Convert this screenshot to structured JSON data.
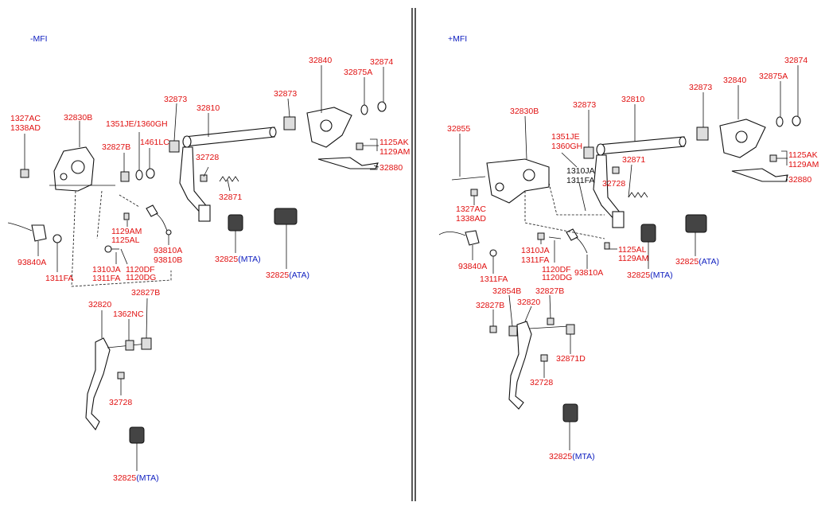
{
  "left": {
    "section": "-MFI",
    "labels": {
      "l1327ac": "1327AC",
      "l1338ad": "1338AD",
      "l32830b": "32830B",
      "l1351je": "1351JE/1360GH",
      "l32827b_a": "32827B",
      "l1461lc": "1461LC",
      "l32873_a": "32873",
      "l32810": "32810",
      "l32873_b": "32873",
      "l32840": "32840",
      "l32875a": "32875A",
      "l32874": "32874",
      "l1125ak": "1125AK",
      "l1129am_a": "1129AM",
      "l32880": "32880",
      "l32728_a": "32728",
      "l32871": "32871",
      "l1129am_b": "1129AM",
      "l1125al": "1125AL",
      "l93810a": "93810A",
      "l93810b": "93810B",
      "l1310ja": "1310JA",
      "l1311fa_a": "1311FA",
      "l1120df": "1120DF",
      "l1120dg": "1120DG",
      "l93840a": "93840A",
      "l1311fa_b": "1311FA",
      "l32825_mta_a": "32825",
      "l32825_ata": "32825",
      "l32820": "32820",
      "l32827b_b": "32827B",
      "l1362nc": "1362NC",
      "l32728_b": "32728",
      "l32825_mta_b": "32825"
    }
  },
  "right": {
    "section": "+MFI",
    "labels": {
      "r32874": "32874",
      "r32840": "32840",
      "r32875a": "32875A",
      "r32873_a": "32873",
      "r32810": "32810",
      "r32873_b": "32873",
      "r32855": "32855",
      "r32830b": "32830B",
      "r1351je": "1351JE",
      "r1360gh": "1360GH",
      "r1125ak": "1125AK",
      "r1129am_a": "1129AM",
      "r32871": "32871",
      "r1310ja_a": "1310JA",
      "r1311fa_a": "1311FA",
      "r32728_a": "32728",
      "r32880": "32880",
      "r1327ac": "1327AC",
      "r1338ad": "1338AD",
      "r1125al": "1125AL",
      "r1129am_b": "1129AM",
      "r32825_mta_a": "32825",
      "r32825_ata": "32825",
      "r93840a": "93840A",
      "r1310ja_b": "1310JA",
      "r1311fa_b": "1311FA",
      "r1120df": "1120DF",
      "r1120dg": "1120DG",
      "r93810a": "93810A",
      "r1311fa_c": "1311FA",
      "r32854b": "32854B",
      "r32827b_a": "32827B",
      "r32820": "32820",
      "r32827b_b": "32827B",
      "r32871d": "32871D",
      "r32728_b": "32728",
      "r32825_mta_b": "32825"
    }
  },
  "suffix": {
    "mta": "(MTA)",
    "ata": "(ATA)"
  },
  "colors": {
    "label": "#e01010",
    "suffix": "#1020c0",
    "section": "#1020c0",
    "line": "#111111"
  }
}
